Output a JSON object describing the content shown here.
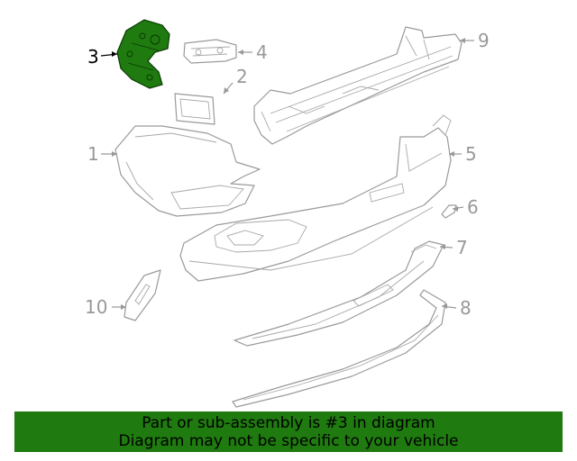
{
  "callouts": [
    {
      "id": "1",
      "label": "1",
      "active": false
    },
    {
      "id": "2",
      "label": "2",
      "active": false
    },
    {
      "id": "3",
      "label": "3",
      "active": true
    },
    {
      "id": "4",
      "label": "4",
      "active": false
    },
    {
      "id": "5",
      "label": "5",
      "active": false
    },
    {
      "id": "6",
      "label": "6",
      "active": false
    },
    {
      "id": "7",
      "label": "7",
      "active": false
    },
    {
      "id": "8",
      "label": "8",
      "active": false
    },
    {
      "id": "9",
      "label": "9",
      "active": false
    },
    {
      "id": "10",
      "label": "10",
      "active": false
    }
  ],
  "banner": {
    "line1": "Part or sub-assembly is #3 in diagram",
    "line2": "Diagram may not be specific to your vehicle"
  },
  "colors": {
    "highlight_part": "#1f7a0f",
    "banner_background": "#1f7a0f",
    "inactive_callout": "#999999",
    "active_callout": "#000000"
  }
}
